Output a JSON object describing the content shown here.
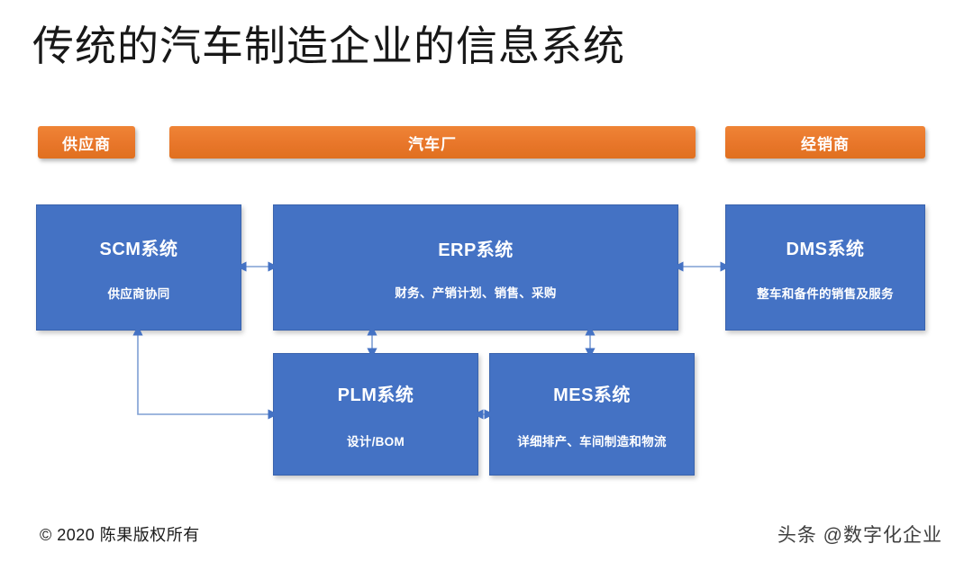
{
  "slide": {
    "title": "传统的汽车制造企业的信息系统",
    "background_color": "#ffffff"
  },
  "colors": {
    "band_orange": "#e8762a",
    "box_blue": "#4472c4",
    "connector_blue": "#4472c4",
    "title_text": "#181818",
    "box_text": "#ffffff"
  },
  "bands": [
    {
      "id": "supplier",
      "label": "供应商"
    },
    {
      "id": "factory",
      "label": "汽车厂"
    },
    {
      "id": "dealer",
      "label": "经销商"
    }
  ],
  "systems": [
    {
      "id": "scm",
      "title": "SCM系统",
      "subtitle": "供应商协同"
    },
    {
      "id": "erp",
      "title": "ERP系统",
      "subtitle": "财务、产销计划、销售、采购"
    },
    {
      "id": "dms",
      "title": "DMS系统",
      "subtitle": "整车和备件的销售及服务"
    },
    {
      "id": "plm",
      "title": "PLM系统",
      "subtitle": "设计/BOM"
    },
    {
      "id": "mes",
      "title": "MES系统",
      "subtitle": "详细排产、车间制造和物流"
    }
  ],
  "connectors": [
    {
      "id": "scm-erp",
      "from": "scm",
      "to": "erp",
      "style": "double-arrow",
      "orientation": "horizontal"
    },
    {
      "id": "erp-dms",
      "from": "erp",
      "to": "dms",
      "style": "double-arrow",
      "orientation": "horizontal"
    },
    {
      "id": "erp-plm",
      "from": "erp",
      "to": "plm",
      "style": "double-arrow",
      "orientation": "vertical"
    },
    {
      "id": "erp-mes",
      "from": "erp",
      "to": "mes",
      "style": "double-arrow",
      "orientation": "vertical"
    },
    {
      "id": "plm-mes",
      "from": "plm",
      "to": "mes",
      "style": "double-arrow",
      "orientation": "horizontal"
    },
    {
      "id": "plm-scm",
      "from": "plm",
      "to": "scm",
      "style": "double-arrow",
      "orientation": "elbow"
    }
  ],
  "footer": {
    "copyright": "© 2020 陈果版权所有",
    "watermark": "头条 @数字化企业"
  }
}
